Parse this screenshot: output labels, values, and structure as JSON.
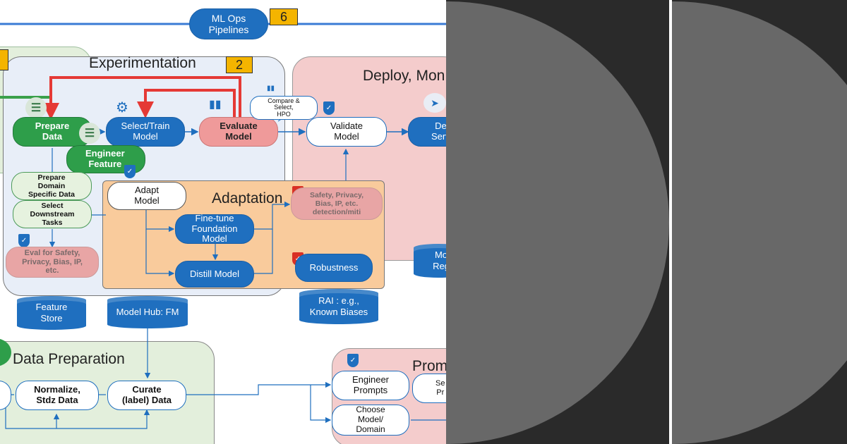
{
  "diagram": {
    "top_pill": "ML Ops\nPipelines",
    "badge_top": "6",
    "experimentation": {
      "title": "Experimentation",
      "badge": "2",
      "prepare_data": "Prepare\nData",
      "select_train": "Select/Train\nModel",
      "evaluate": "Evaluate\nModel",
      "compare": "Compare &\nSelect,\nHPO",
      "engineer_features": "Engineer\nFeature",
      "prepare_domain": "Prepare\nDomain\nSpecific Data",
      "select_downstream": "Select\nDownstream\nTasks",
      "eval_safety": "Eval for Safety,\nPrivacy, Bias, IP,\netc."
    },
    "deploy": {
      "title": "Deploy, Mon",
      "validate": "Validate\nModel",
      "deploy_serve": "Dep\nServe",
      "model_registry": "Mo\nReg"
    },
    "adaptation": {
      "title": "Adaptation",
      "adapt_model": "Adapt\nModel",
      "fine_tune": "Fine-tune\nFoundation\nModel",
      "distill": "Distill Model",
      "safety_detection": "Safety, Privacy,\nBias, IP, etc.\ndetection/miti",
      "robustness": "Robustness"
    },
    "stores": {
      "feature_store": "Feature\nStore",
      "model_hub": "Model Hub: FM",
      "rai": "RAI : e.g.,\nKnown Biases"
    },
    "data_prep": {
      "title": "Data Preparation",
      "normalize": "Normalize,\nStdz Data",
      "curate": "Curate\n(label) Data"
    },
    "prompt": {
      "title": "Prom",
      "engineer_prompts": "Engineer\nPrompts",
      "choose_model": "Choose\nModel/\nDomain",
      "side_box": "Se\nPr"
    },
    "icons": {
      "sliders": "sliders-icon",
      "gear": "gear-icon",
      "bar_chart": "bar-chart-icon",
      "shield": "shield-check-icon",
      "send": "send-icon"
    }
  },
  "colors": {
    "blue": "#1f6fbf",
    "green": "#2e9e4a",
    "red_arrow": "#e53935",
    "pink_region": "#f4cccc",
    "orange_region": "#f9cb9c",
    "light_blue_region": "#e8eef8",
    "light_green_region": "#e3efdc",
    "badge": "#f4b400",
    "dark_panel": "#2a2a2a",
    "circle": "#686868"
  }
}
